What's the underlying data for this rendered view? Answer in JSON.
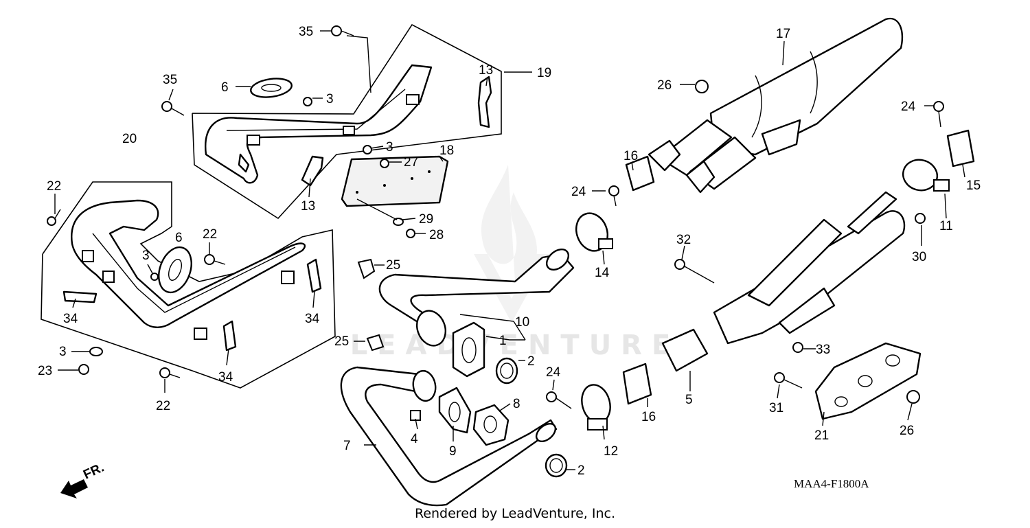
{
  "diagram": {
    "code": "MAA4-F1800A",
    "footer": "Rendered by LeadVenture, Inc.",
    "watermark": "LEADVENTURE",
    "direction": "FR.",
    "callouts": {
      "c1": "1",
      "c2a": "2",
      "c2b": "2",
      "c3a": "3",
      "c3b": "3",
      "c3c": "3",
      "c3d": "3",
      "c4": "4",
      "c5": "5",
      "c6a": "6",
      "c6b": "6",
      "c7": "7",
      "c8": "8",
      "c9": "9",
      "c10": "10",
      "c11": "11",
      "c12": "12",
      "c13a": "13",
      "c13b": "13",
      "c14": "14",
      "c15": "15",
      "c16a": "16",
      "c16b": "16",
      "c17": "17",
      "c18": "18",
      "c19": "19",
      "c20": "20",
      "c21": "21",
      "c22a": "22",
      "c22b": "22",
      "c22c": "22",
      "c23": "23",
      "c24a": "24",
      "c24b": "24",
      "c24c": "24",
      "c25a": "25",
      "c25b": "25",
      "c26a": "26",
      "c26b": "26",
      "c27": "27",
      "c28": "28",
      "c29": "29",
      "c30": "30",
      "c31": "31",
      "c32": "32",
      "c33": "33",
      "c34a": "34",
      "c34b": "34",
      "c34c": "34",
      "c35a": "35",
      "c35b": "35"
    }
  }
}
